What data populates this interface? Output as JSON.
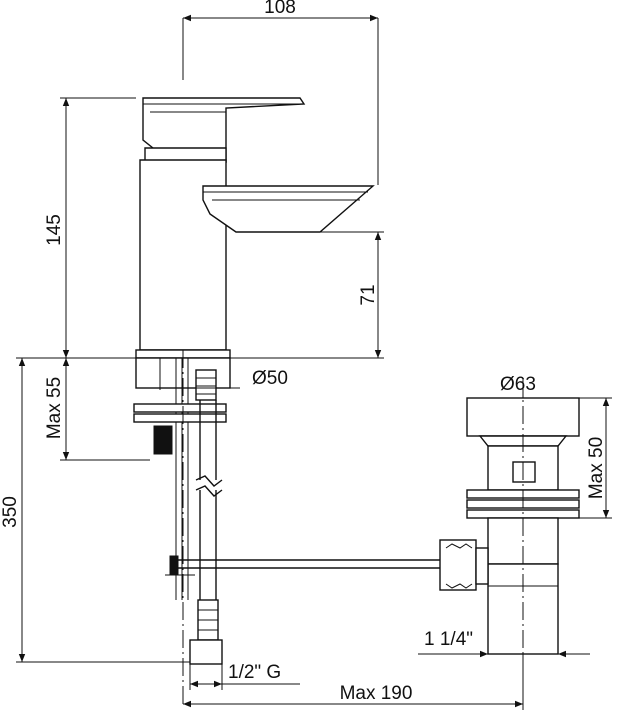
{
  "drawing": {
    "dimensions": {
      "spout_length": "108",
      "tap_height": "145",
      "spout_clearance": "71",
      "base_diameter": "Ø50",
      "max_deck_thickness": "Max 55",
      "overall_depth": "350",
      "waste_diameter": "Ø63",
      "waste_max": "Max 50",
      "waste_thread": "1 1/4\"",
      "inlet_thread": "1/2\" G",
      "max_reach": "Max 190"
    }
  }
}
